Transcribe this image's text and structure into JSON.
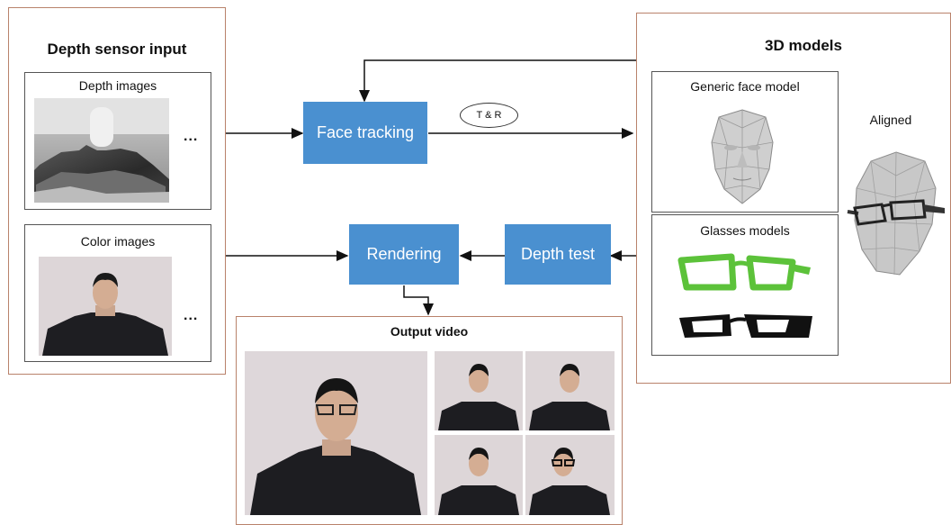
{
  "depth_sensor": {
    "title": "Depth sensor input",
    "depth_images_label": "Depth images",
    "color_images_label": "Color images",
    "more": "..."
  },
  "models_3d": {
    "title": "3D models",
    "generic_face_label": "Generic face model",
    "glasses_label": "Glasses models",
    "aligned_label": "Aligned"
  },
  "process": {
    "face_tracking": "Face tracking",
    "transform_label": "T & R",
    "rendering": "Rendering",
    "depth_test": "Depth test"
  },
  "output": {
    "title": "Output video"
  },
  "colors": {
    "process_box": "#4a90d0",
    "panel_border": "#b9826b",
    "glasses_green": "#5cc23a",
    "glasses_black": "#111111"
  }
}
